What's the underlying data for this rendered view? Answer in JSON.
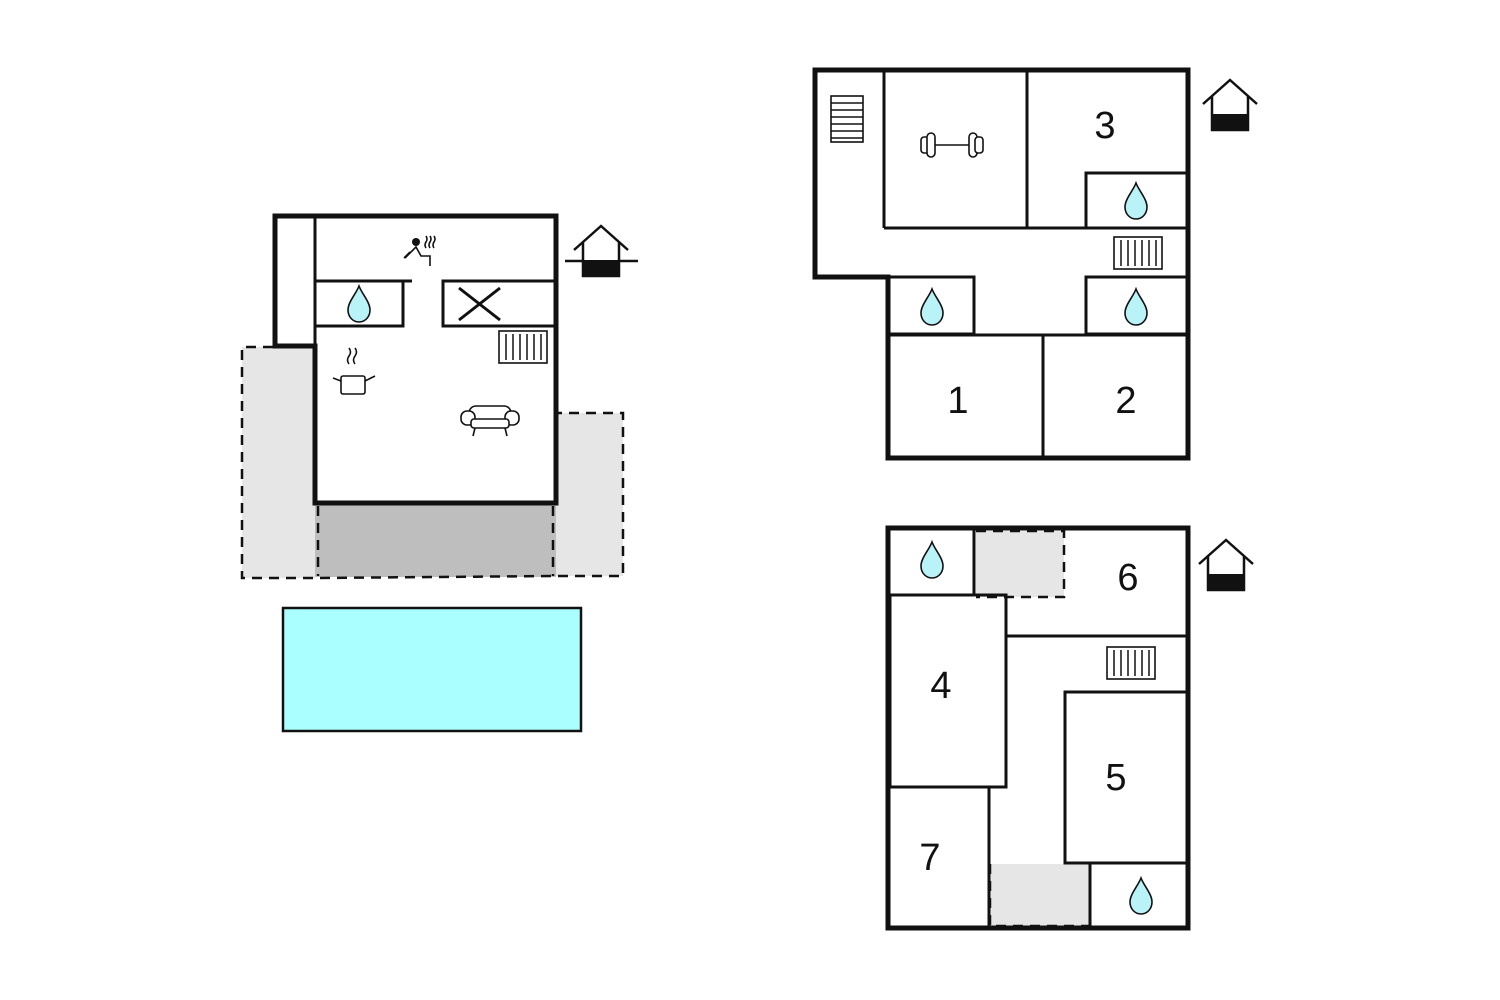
{
  "colors": {
    "wall": "#111111",
    "terrace": "#e6e6e6",
    "covered_terrace": "#bebebe",
    "pool": "#aaffff",
    "water_drop": "#b9f2f7"
  },
  "rooms": {
    "r1": "1",
    "r2": "2",
    "r3": "3",
    "r4": "4",
    "r5": "5",
    "r6": "6",
    "r7": "7"
  },
  "icons": [
    "sauna-icon",
    "water-drop-icon",
    "radiator-icon",
    "kitchen-pot-icon",
    "sofa-icon",
    "dumbbell-icon",
    "stairs-icon",
    "entrance-house-icon",
    "cross-icon"
  ]
}
